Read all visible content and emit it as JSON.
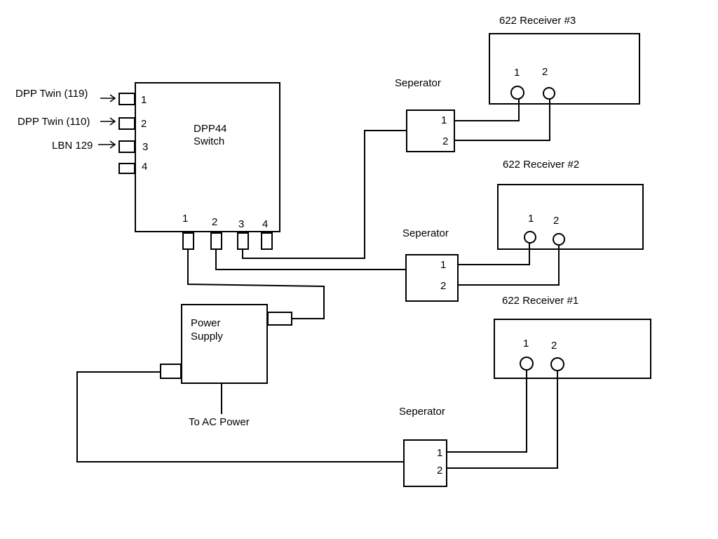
{
  "switch": {
    "title_line1": "DPP44",
    "title_line2": "Switch",
    "input_numbers": [
      "1",
      "2",
      "3",
      "4"
    ],
    "output_numbers": [
      "1",
      "2",
      "3",
      "4"
    ]
  },
  "inputs": [
    {
      "label": "DPP Twin (119)"
    },
    {
      "label": "DPP Twin (110)"
    },
    {
      "label": "LBN 129"
    }
  ],
  "power_supply": {
    "line1": "Power",
    "line2": "Supply",
    "ac_label": "To AC Power"
  },
  "separators": [
    {
      "label": "Seperator",
      "port1": "1",
      "port2": "2"
    },
    {
      "label": "Seperator",
      "port1": "1",
      "port2": "2"
    },
    {
      "label": "Seperator",
      "port1": "1",
      "port2": "2"
    }
  ],
  "receivers": [
    {
      "label": "622 Receiver #3",
      "port1": "1",
      "port2": "2"
    },
    {
      "label": "622 Receiver #2",
      "port1": "1",
      "port2": "2"
    },
    {
      "label": "622 Receiver #1",
      "port1": "1",
      "port2": "2"
    }
  ]
}
